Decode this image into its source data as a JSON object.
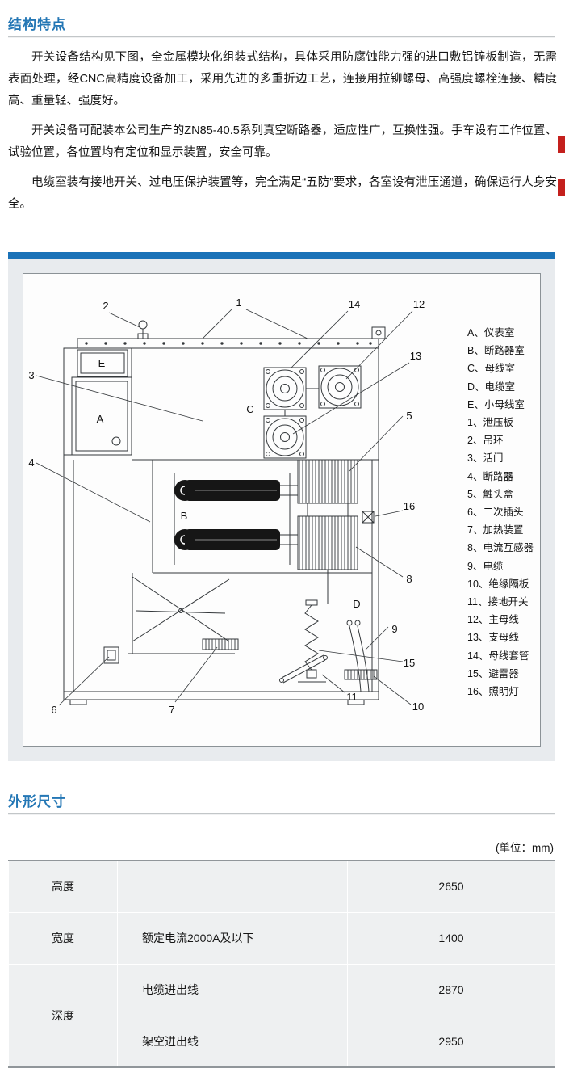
{
  "page": {
    "accent_color": "#2477b5",
    "bar_color": "#1a72b8",
    "edge_mark_color": "#c4201d"
  },
  "features": {
    "title": "结构特点",
    "paragraphs": [
      "开关设备结构见下图，全金属模块化组装式结构，具体采用防腐蚀能力强的进口敷铝锌板制造，无需表面处理，经CNC高精度设备加工，采用先进的多重折边工艺，连接用拉铆螺母、高强度螺栓连接、精度高、重量轻、强度好。",
      "开关设备可配装本公司生产的ZN85-40.5系列真空断路器，适应性广，互换性强。手车设有工作位置、试验位置，各位置均有定位和显示装置，安全可靠。",
      "电缆室装有接地开关、过电压保护装置等，完全满足“五防”要求，各室设有泄压通道，确保运行人身安全。"
    ]
  },
  "diagram": {
    "compartments": {
      "a": "A",
      "b": "B",
      "c": "C",
      "d": "D",
      "e": "E"
    },
    "callouts": [
      "1",
      "2",
      "3",
      "4",
      "5",
      "6",
      "7",
      "8",
      "9",
      "10",
      "11",
      "12",
      "13",
      "14",
      "15",
      "16"
    ],
    "legend": [
      "A、仪表室",
      "B、断路器室",
      "C、母线室",
      "D、电缆室",
      "E、小母线室",
      "1、泄压板",
      "2、吊环",
      "3、活门",
      "4、断路器",
      "5、触头盒",
      "6、二次插头",
      "7、加热装置",
      "8、电流互感器",
      "9、电缆",
      "10、绝缘隔板",
      "11、接地开关",
      "12、主母线",
      "13、支母线",
      "14、母线套管",
      "15、避雷器",
      "16、照明灯"
    ]
  },
  "dimensions": {
    "title": "外形尺寸",
    "unit_note": "(单位：mm)",
    "rows": [
      {
        "label": "高度",
        "spec": "",
        "value": "2650"
      },
      {
        "label": "宽度",
        "spec": "额定电流2000A及以下",
        "value": "1400"
      },
      {
        "label": "深度",
        "spec": "电缆进出线",
        "value": "2870"
      },
      {
        "label": "",
        "spec": "架空进出线",
        "value": "2950"
      }
    ]
  }
}
